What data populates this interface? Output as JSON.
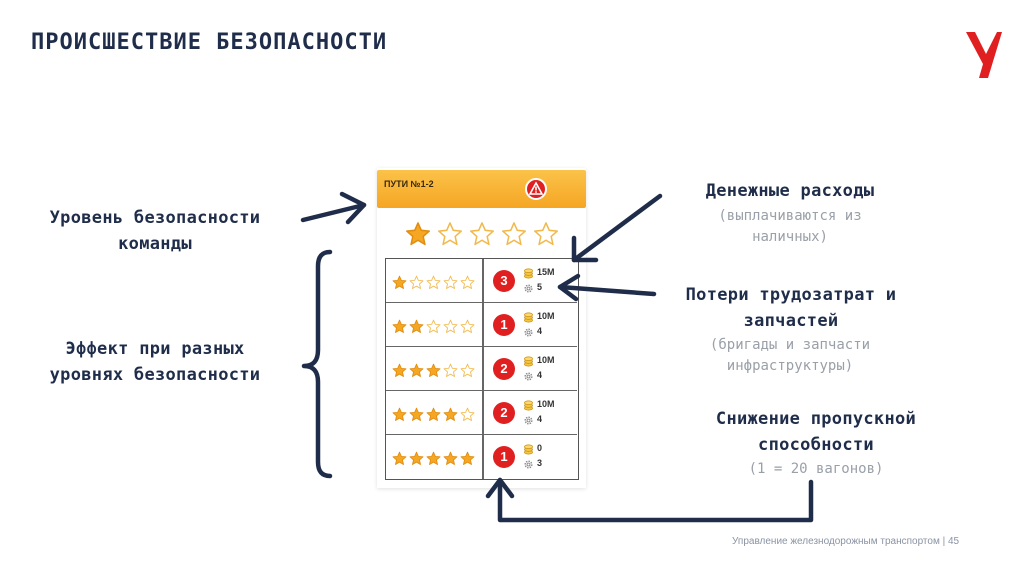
{
  "slide": {
    "title": "ПРОИСШЕСТВИЕ БЕЗОПАСНОСТИ",
    "footer": "Управление железнодорожным транспортом | 45"
  },
  "card": {
    "header_title": "ПУТИ №1-2",
    "team_rating": 1,
    "max_rating": 5,
    "rows": [
      {
        "stars": 1,
        "capacity": "3",
        "money": "15M",
        "parts": "5"
      },
      {
        "stars": 2,
        "capacity": "1",
        "money": "10M",
        "parts": "4"
      },
      {
        "stars": 3,
        "capacity": "2",
        "money": "10M",
        "parts": "4"
      },
      {
        "stars": 4,
        "capacity": "2",
        "money": "10M",
        "parts": "4"
      },
      {
        "stars": 5,
        "capacity": "1",
        "money": "0",
        "parts": "3"
      }
    ]
  },
  "labels": {
    "team_level_line1": "Уровень безопасности",
    "team_level_line2": "команды",
    "effect_line1": "Эффект при разных",
    "effect_line2": "уровнях безопасности",
    "money_title": "Денежные расходы",
    "money_sub_line1": "(выплачиваются из",
    "money_sub_line2": "наличных)",
    "labor_title_line1": "Потери трудозатрат и",
    "labor_title_line2": "запчастей",
    "labor_sub_line1": "(бригады и запчасти",
    "labor_sub_line2": "инфраструктуры)",
    "capacity_title_line1": "Снижение пропускной",
    "capacity_title_line2": "способности",
    "capacity_sub": "(1 = 20 вагонов)"
  },
  "colors": {
    "navy": "#1f2d4a",
    "accent_red": "#e02020",
    "star_gold": "#f5a623",
    "header_orange": "#f5a623"
  }
}
